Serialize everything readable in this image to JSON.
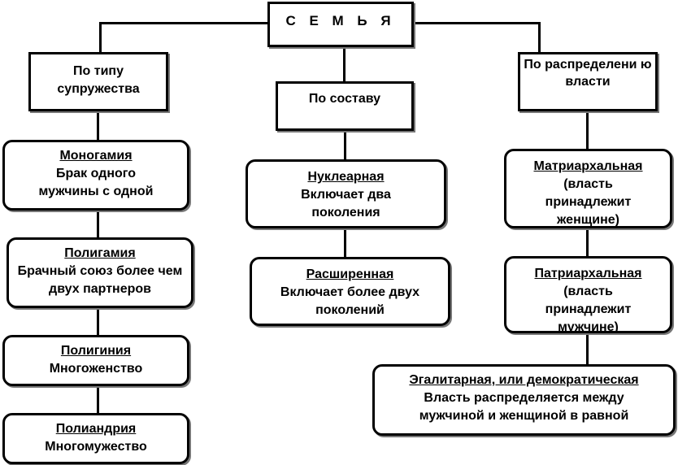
{
  "root": {
    "label": "С Е М Ь Я"
  },
  "categories": [
    {
      "label": "По типу супружества",
      "items": [
        {
          "title": "Моногамия",
          "desc": "Брак одного мужчины с одной"
        },
        {
          "title": "Полигамия",
          "desc": "Брачный союз более чем двух партнеров"
        },
        {
          "title": "Полигиния",
          "desc": "Многоженство"
        },
        {
          "title": "Полиандрия",
          "desc": "Многомужество"
        }
      ]
    },
    {
      "label": "По составу",
      "items": [
        {
          "title": "Нуклеарная",
          "desc": "Включает два поколения"
        },
        {
          "title": "Расширенная",
          "desc": "Включает более двух поколений"
        }
      ]
    },
    {
      "label": "По распределени ю власти",
      "items": [
        {
          "title": "Матриархальная",
          "desc": "(власть принадлежит женщине)"
        },
        {
          "title": "Патриархальная",
          "desc": "(власть принадлежит мужчине)"
        },
        {
          "title": "Эгалитарная, или демократическая",
          "desc": "Власть распределяется между мужчиной и женщиной в равной"
        }
      ]
    }
  ]
}
